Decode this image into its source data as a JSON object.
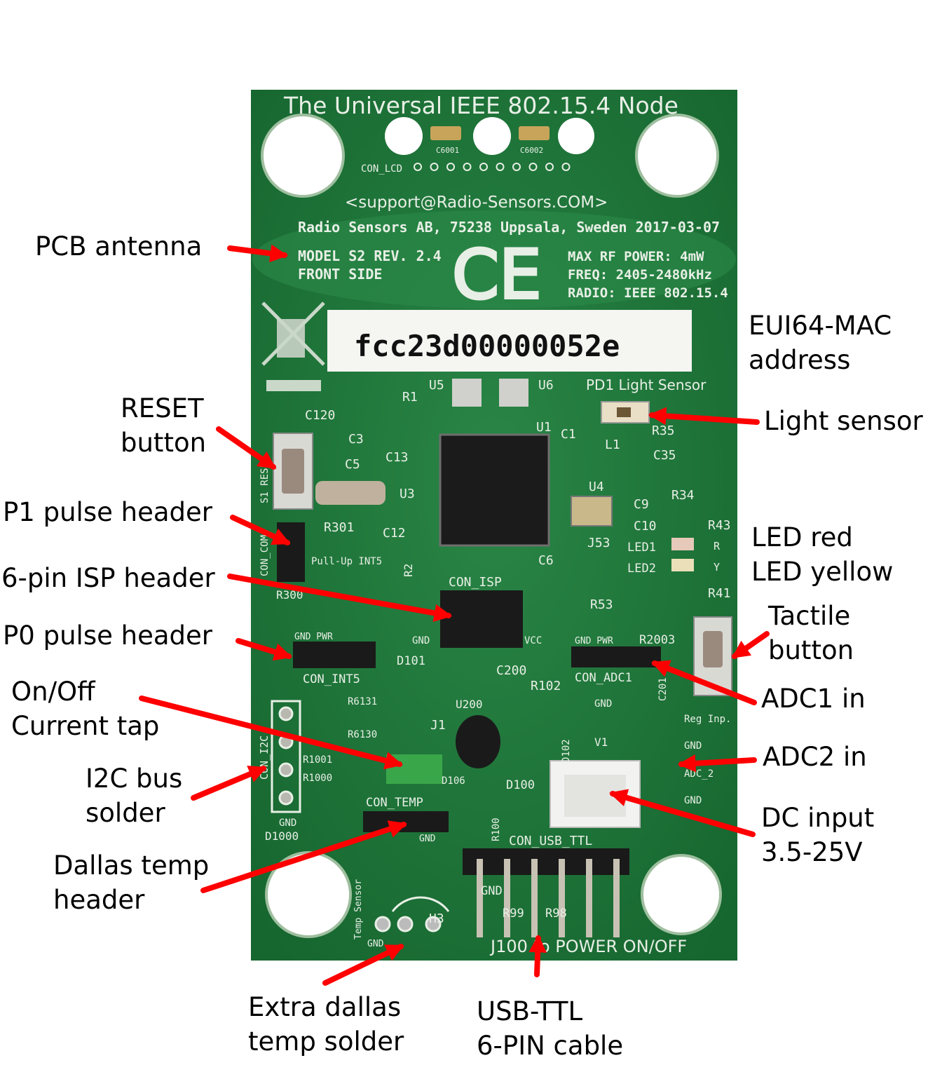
{
  "board": {
    "title": "The Universal IEEE 802.15.4 Node",
    "email": "<support@Radio-Sensors.COM>",
    "company": "Radio Sensors AB, 75238  Uppsala, Sweden 2017-03-07",
    "model": "MODEL S2 REV. 2.4",
    "side": "FRONT SIDE",
    "ce_mark": "CE",
    "max_rf": "MAX RF POWER: 4mW",
    "freq": "FREQ: 2405-2480kHz",
    "radio": "RADIO: IEEE 802.15.4",
    "mac_address": "fcc23d00000052e",
    "bottom_text": "J100 to POWER ON/OFF",
    "silkscreen": {
      "con_lcd": "CON_LCD",
      "c6001": "C6001",
      "c6002": "C6002",
      "u5": "U5",
      "u6": "U6",
      "pd1": "PD1 Light Sensor",
      "r1": "R1",
      "c120": "C120",
      "c3": "C3",
      "c5": "C5",
      "c13": "C13",
      "u3": "U3",
      "s1": "S1 RESET",
      "u1": "U1",
      "c1": "C1",
      "l1": "L1",
      "c35": "C35",
      "r35": "R35",
      "r34": "R34",
      "u4": "U4",
      "c9": "C9",
      "c10": "C10",
      "r43": "R43",
      "led1": "LED1",
      "led2": "LED2",
      "r_mark": "R",
      "y_mark": "Y",
      "r41": "R41",
      "j53": "J53",
      "c6": "C6",
      "r53": "R53",
      "r2": "R2",
      "r301": "R301",
      "c12": "C12",
      "pullup": "Pull-Up INT5",
      "con_com": "CON_COM",
      "r300": "R300",
      "con_isp": "CON_ISP",
      "gnd": "GND",
      "vcc": "VCC",
      "gnd_pwr": "GND PWR",
      "con_int5": "CON_INT5",
      "d101": "D101",
      "c200": "C200",
      "r102": "R102",
      "r2003": "R2003",
      "con_adc1": "CON_ADC1",
      "r6131": "R6131",
      "r6130": "R6130",
      "j1": "J1",
      "u200": "U200",
      "d102": "D102",
      "v1": "V1",
      "reg_inp": "Reg Inp.",
      "adc2": "ADC_2",
      "con_i2c": "CON_I2C",
      "r1001": "R1001",
      "r1000": "R1000",
      "d106": "D106",
      "d100": "D100",
      "con_temp": "CON_TEMP",
      "d1000": "D1000",
      "r100": "R100",
      "con_usb": "CON_USB_TTL",
      "r99": "R99",
      "r98": "R98",
      "h3": "H3",
      "temp_sensor": "Temp Sensor",
      "c201": "C201"
    }
  },
  "annotations": [
    {
      "id": "pcb-antenna",
      "lines": [
        "PCB antenna"
      ]
    },
    {
      "id": "eui64-mac",
      "lines": [
        "EUI64-MAC",
        "address"
      ]
    },
    {
      "id": "reset-button",
      "lines": [
        "RESET",
        "button"
      ]
    },
    {
      "id": "light-sensor",
      "lines": [
        "Light sensor"
      ]
    },
    {
      "id": "p1-pulse-header",
      "lines": [
        "P1 pulse header"
      ]
    },
    {
      "id": "led-red-yellow",
      "lines": [
        "LED red",
        "LED yellow"
      ]
    },
    {
      "id": "isp-header",
      "lines": [
        "6-pin ISP header"
      ]
    },
    {
      "id": "tactile-button",
      "lines": [
        "Tactile",
        "button"
      ]
    },
    {
      "id": "p0-pulse-header",
      "lines": [
        "P0 pulse header"
      ]
    },
    {
      "id": "adc1-in",
      "lines": [
        "ADC1 in"
      ]
    },
    {
      "id": "on-off-current-tap",
      "lines": [
        "On/Off",
        "Current tap"
      ]
    },
    {
      "id": "adc2-in",
      "lines": [
        "ADC2 in"
      ]
    },
    {
      "id": "i2c-bus-solder",
      "lines": [
        "I2C bus",
        "solder"
      ]
    },
    {
      "id": "dc-input",
      "lines": [
        "DC input",
        "3.5-25V"
      ]
    },
    {
      "id": "dallas-temp-header",
      "lines": [
        "Dallas temp",
        "header"
      ]
    },
    {
      "id": "extra-dallas-solder",
      "lines": [
        "Extra dallas",
        "temp solder"
      ]
    },
    {
      "id": "usb-ttl-cable",
      "lines": [
        "USB-TTL",
        "6-PIN cable"
      ]
    }
  ],
  "colors": {
    "pcb": "#1f7a3c",
    "arrow": "#ff0000",
    "silk": "#e8efe6"
  }
}
